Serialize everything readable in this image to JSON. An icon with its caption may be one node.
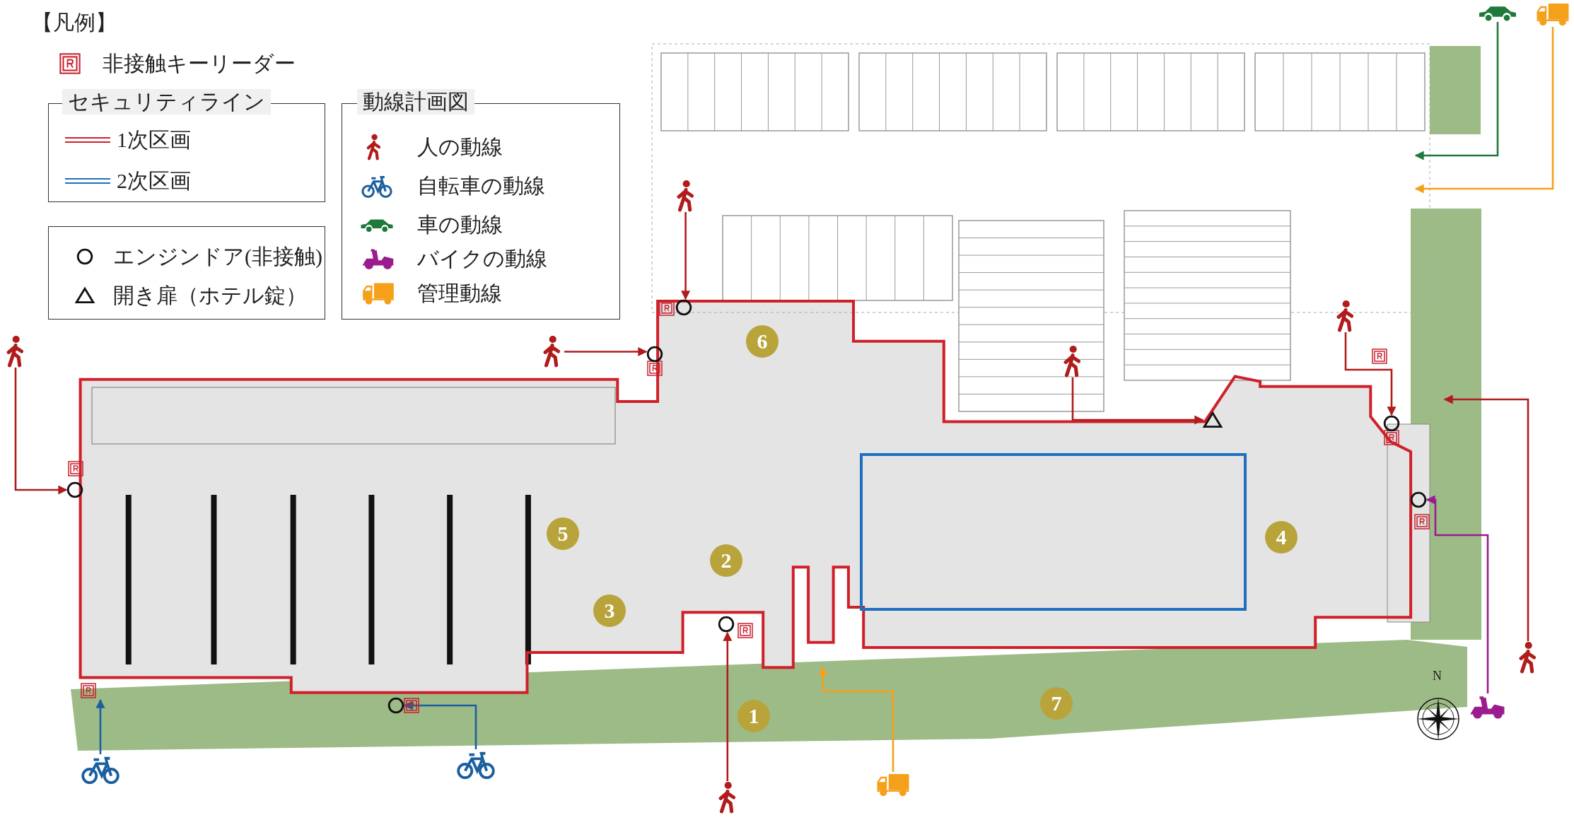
{
  "diagram": {
    "nodes": [
      {
        "text": [],
        "shape": "person"
      },
      {
        "text": [],
        "shape": "person"
      },
      {
        "text": [],
        "shape": "person"
      },
      {
        "text": [],
        "shape": "person"
      },
      {
        "text": [],
        "shape": "person"
      },
      {
        "text": [],
        "shape": "person"
      },
      {
        "text": [],
        "shape": "person"
      },
      {
        "text": [],
        "shape": "picture"
      },
      {
        "text": [],
        "shape": "picture"
      },
      {
        "text": [],
        "shape": "picture"
      },
      {
        "text": [],
        "shape": "picture"
      },
      {
        "text": [],
        "shape": "picture"
      },
      {
        "text": [],
        "shape": "picture"
      },
      {
        "text": [],
        "shape": "circle"
      },
      {
        "text": [],
        "shape": "circle"
      },
      {
        "text": [],
        "shape": "circle"
      },
      {
        "text": [],
        "shape": "triangle"
      },
      {
        "text": [],
        "shape": "circle"
      },
      {
        "text": [],
        "shape": "circle"
      },
      {
        "text": [],
        "shape": "circle"
      },
      {
        "text": [],
        "shape": "circle"
      },
      {
        "text": [
          "1"
        ]
      },
      {
        "text": [
          "2"
        ]
      },
      {
        "text": [
          "3"
        ]
      },
      {
        "text": [
          "4"
        ]
      },
      {
        "text": [
          "5"
        ]
      },
      {
        "text": [
          "6"
        ]
      },
      {
        "text": [
          "7"
        ]
      }
    ],
    "edges": [
      {
        "from": 0,
        "to": 13,
        "arrow": "to"
      },
      {
        "from": 1,
        "to": 14,
        "arrow": "to"
      },
      {
        "from": 2,
        "to": 15,
        "arrow": "to"
      },
      {
        "from": 3,
        "to": 16,
        "arrow": "to"
      },
      {
        "from": 4,
        "to": 17,
        "arrow": "to"
      },
      {
        "from": 5,
        "to": null,
        "arrow": "to"
      },
      {
        "from": 6,
        "to": 18,
        "arrow": "to"
      },
      {
        "from": 7,
        "to": null,
        "arrow": "to",
        "color": "#1a5fa0"
      },
      {
        "from": 8,
        "to": 19,
        "arrow": "to",
        "color": "#1a5fa0"
      },
      {
        "from": 9,
        "to": null,
        "arrow": "to",
        "color": "#1e7a3a"
      },
      {
        "from": 10,
        "to": null,
        "arrow": "to",
        "color": "#f5a01a"
      },
      {
        "from": 11,
        "to": null,
        "arrow": "to",
        "color": "#f5a01a"
      },
      {
        "from": 12,
        "to": 20,
        "arrow": "to",
        "color": "#9b1c8f"
      }
    ],
    "labels": [
      "【凡例】",
      "セキュリティライン",
      "動線計画図",
      "N"
    ],
    "legend": [
      {
        "text": "非接触キーリーダー"
      },
      {
        "text": "1次区画"
      },
      {
        "text": "2次区画"
      },
      {
        "text": "エンジンドア(非接触)"
      },
      {
        "text": "開き扉（ホテル錠）"
      },
      {
        "text": "人の動線"
      },
      {
        "text": "自転車の動線"
      },
      {
        "text": "車の動線"
      },
      {
        "text": "バイクの動線"
      },
      {
        "text": "管理動線"
      }
    ]
  }
}
